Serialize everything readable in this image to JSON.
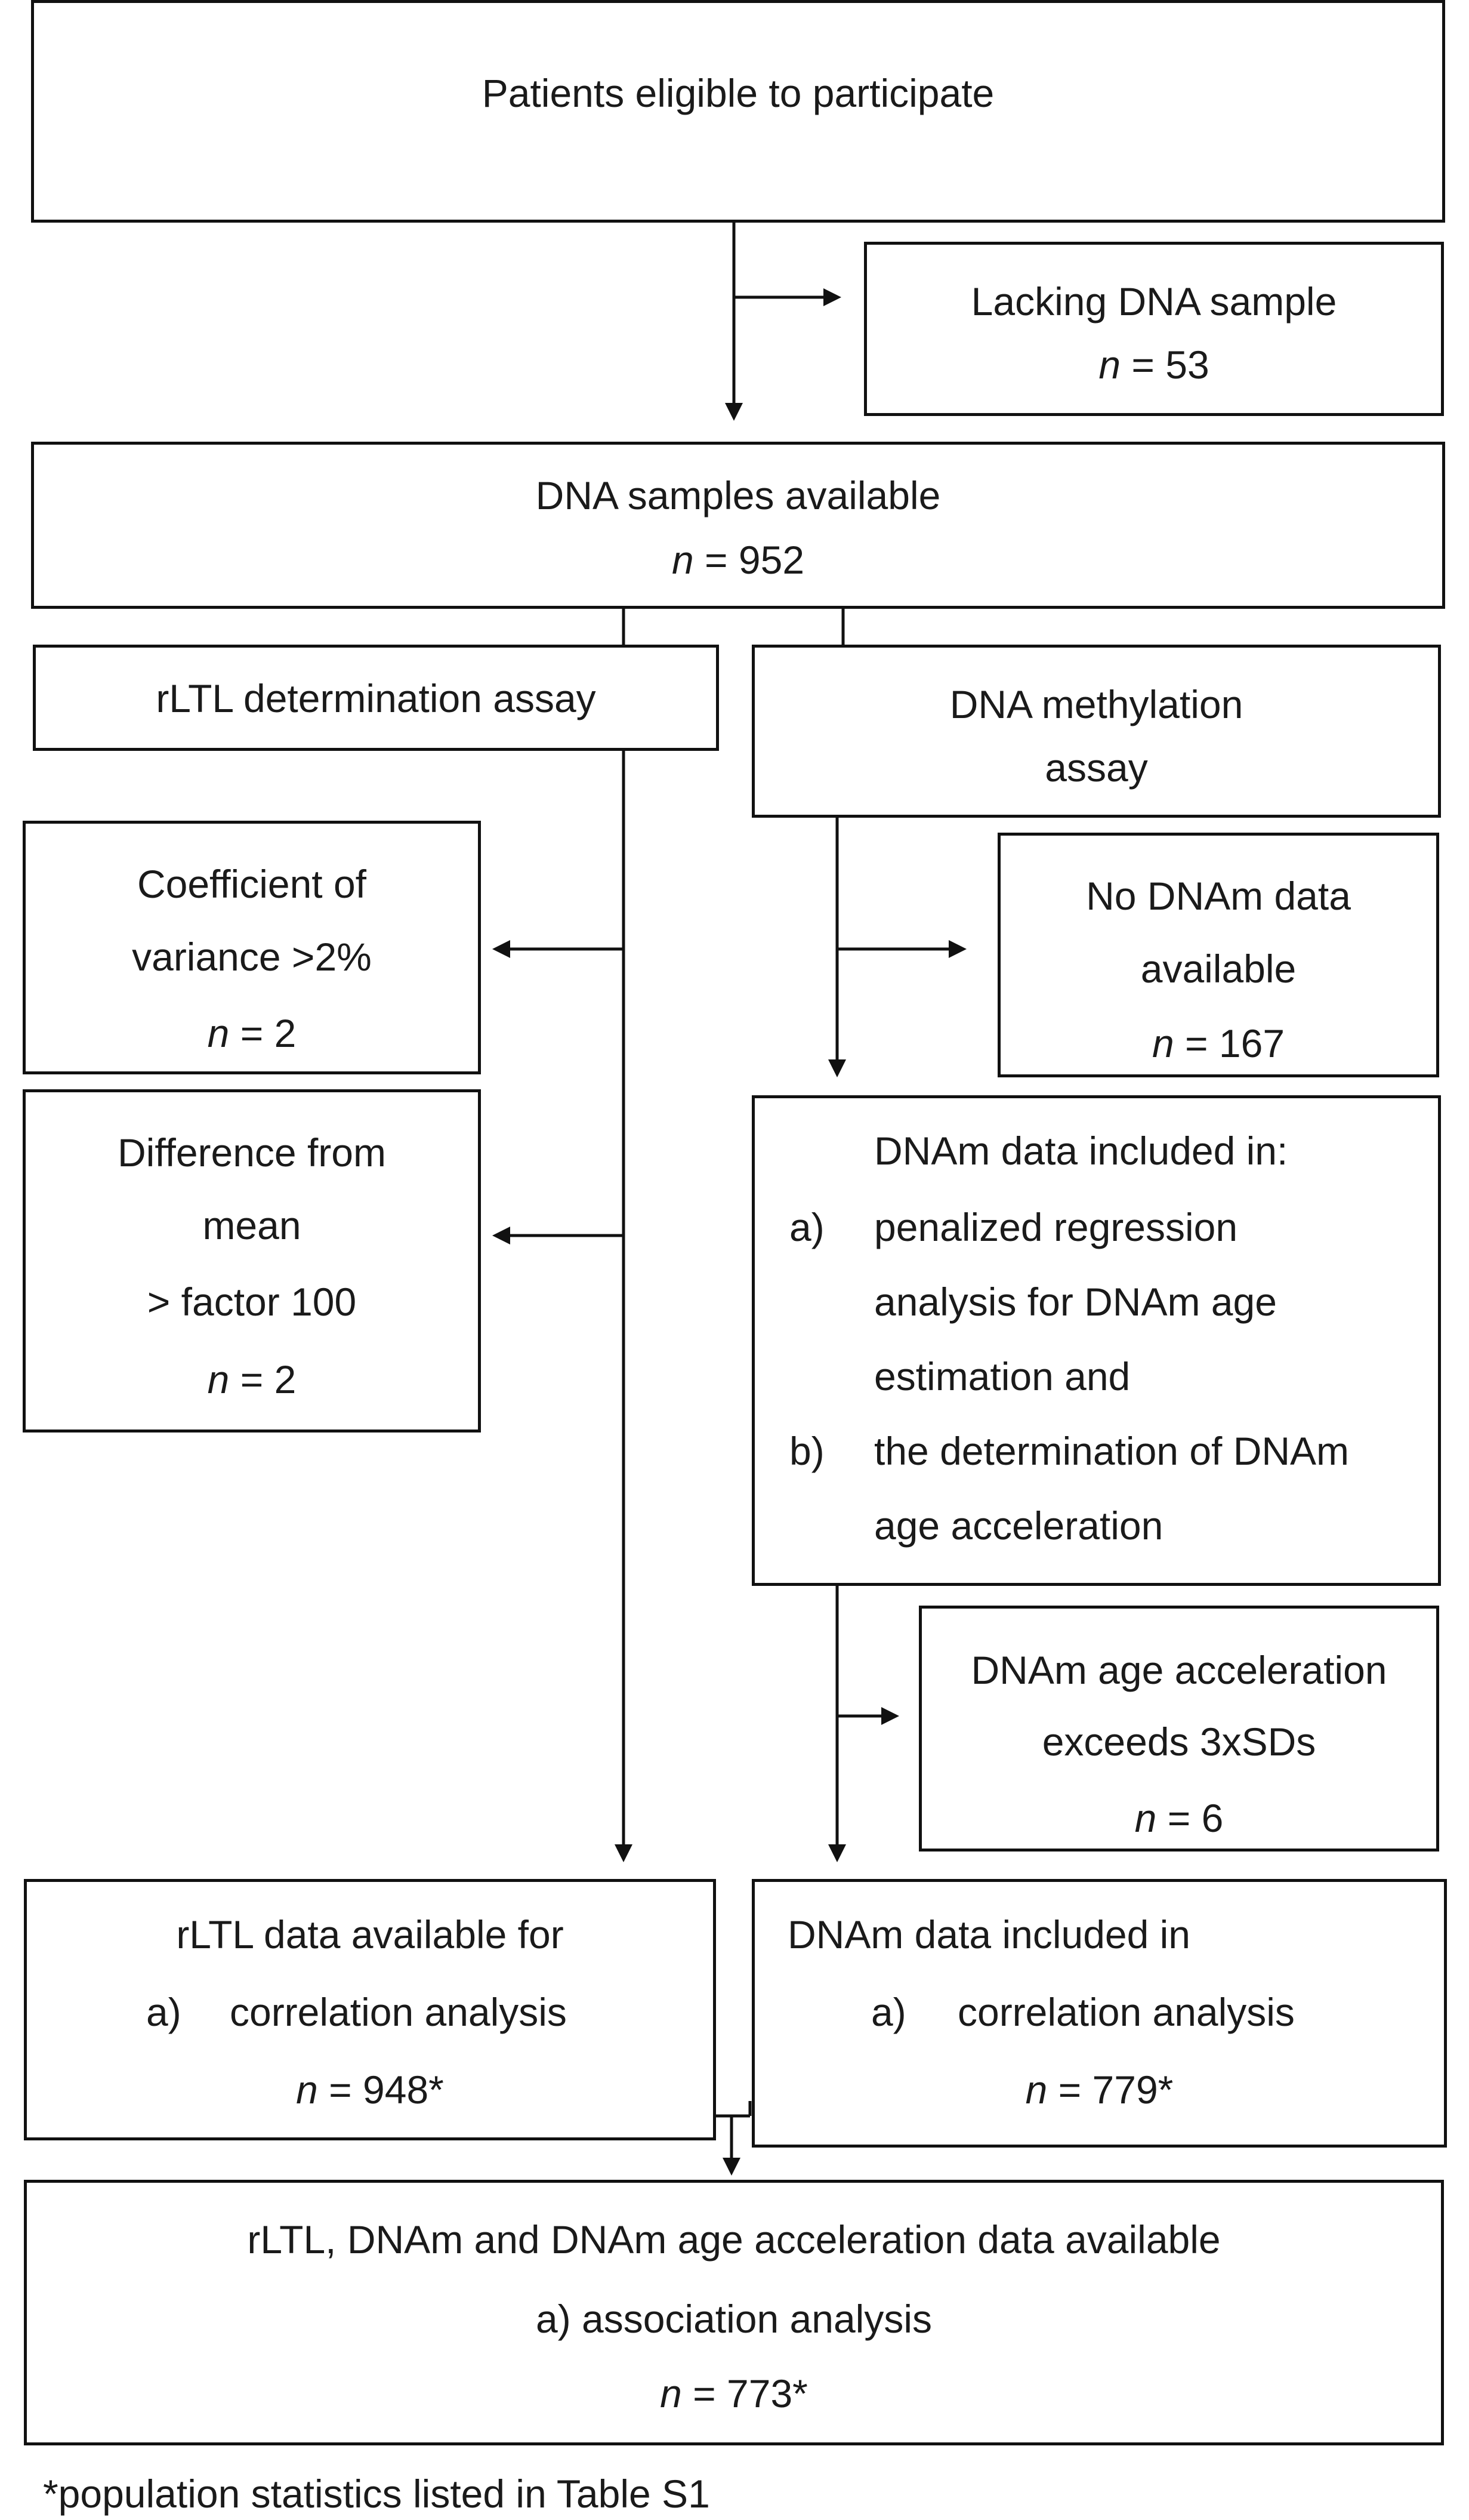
{
  "boxes": {
    "eligible": {
      "title": "Patients eligible to participate"
    },
    "lacking_dna": {
      "title": "Lacking DNA sample",
      "n_label": "n",
      "n_value": " = 53"
    },
    "dna_available": {
      "title": "DNA samples available",
      "n_label": "n",
      "n_value": " = 952"
    },
    "rltl_assay": {
      "title": "rLTL determination assay"
    },
    "dnam_assay": {
      "line1": "DNA methylation",
      "line2": "assay"
    },
    "coef_variance": {
      "line1": "Coefficient of",
      "line2": "variance >2%",
      "n_label": "n",
      "n_value": " = 2"
    },
    "no_dnam": {
      "line1": "No DNAm data",
      "line2": "available",
      "n_label": "n",
      "n_value": " = 167"
    },
    "diff_mean": {
      "line1": "Difference from",
      "line2": "mean",
      "line3": "> factor 100",
      "n_label": "n",
      "n_value": " = 2"
    },
    "dnam_included": {
      "title": "DNAm data included in:",
      "items": [
        {
          "marker": "a)",
          "lines": [
            "penalized regression",
            "analysis for DNAm age",
            "estimation and"
          ]
        },
        {
          "marker": "b)",
          "lines": [
            "the determination of DNAm",
            "age acceleration"
          ]
        }
      ]
    },
    "age_accel_exceeds": {
      "line1": "DNAm age acceleration",
      "line2": "exceeds 3xSDs",
      "n_label": "n",
      "n_value": " = 6"
    },
    "rltl_available": {
      "title": "rLTL data available for",
      "item_marker": "a)",
      "item_text": "correlation analysis",
      "n_label": "n",
      "n_value": " = 948*"
    },
    "dnam_correlation": {
      "title": "DNAm data included in",
      "item_marker": "a)",
      "item_text": "correlation analysis",
      "n_label": "n",
      "n_value": " = 779*"
    },
    "final": {
      "line1": "rLTL, DNAm and DNAm age acceleration data available",
      "line2": "a) association analysis",
      "n_label": "n",
      "n_value": " = 773*"
    }
  },
  "footnote": "*population statistics listed in Table S1"
}
